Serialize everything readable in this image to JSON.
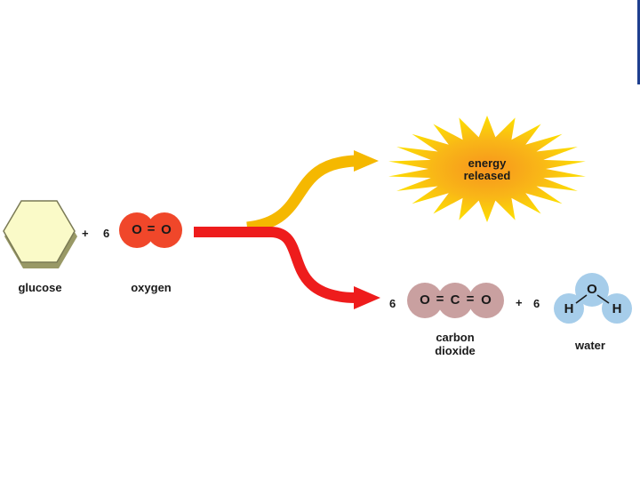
{
  "reactants": {
    "glucose": {
      "label": "glucose"
    },
    "plus": "+",
    "oxygen": {
      "coefficient": "6",
      "formula_left": "O",
      "bond": "=",
      "formula_right": "O",
      "label": "oxygen"
    }
  },
  "energy": {
    "line1": "energy",
    "line2": "released"
  },
  "products": {
    "carbon_dioxide": {
      "coefficient": "6",
      "atom1": "O",
      "bond1": "=",
      "atom2": "C",
      "bond2": "=",
      "atom3": "O",
      "label_line1": "carbon",
      "label_line2": "dioxide"
    },
    "plus": "+",
    "water": {
      "coefficient": "6",
      "oxygen_atom": "O",
      "h_left": "H",
      "h_right": "H",
      "label": "water"
    }
  },
  "colors": {
    "glucose_fill": "#fafac8",
    "glucose_shadow": "#999966",
    "oxygen_molecule": "#f0472a",
    "co2_molecule": "#c9a0a0",
    "water_molecule": "#a6cdea",
    "arrow_energy": "#f5b800",
    "arrow_products": "#ee1c1c",
    "burst_outer": "#fbd000",
    "burst_inner": "#f7941d"
  }
}
